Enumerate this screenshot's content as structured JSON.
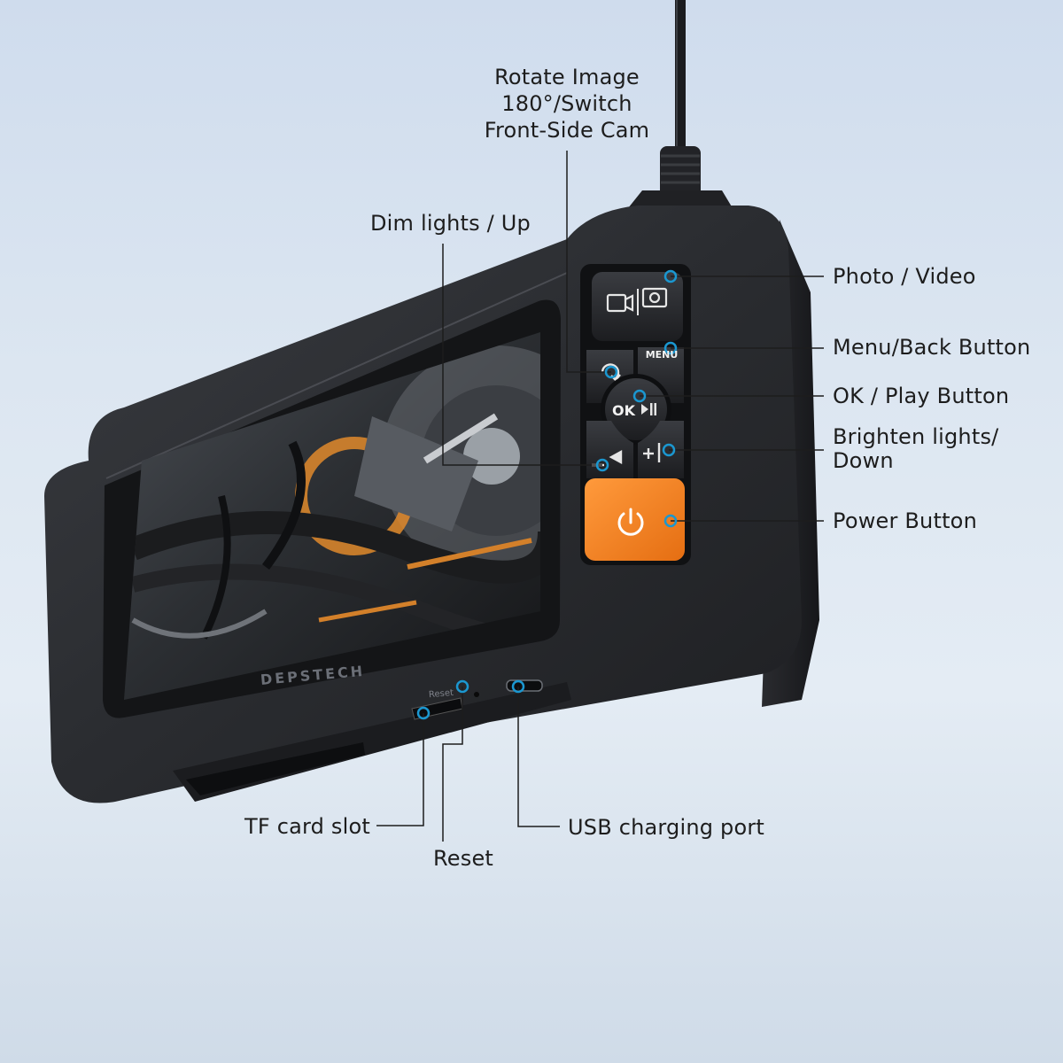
{
  "device": {
    "brand_text": "DEPSTECH",
    "reset_mark": "Reset",
    "ok_label": "OK",
    "menu_label": "MENU",
    "colors": {
      "body": "#2b2d31",
      "screen": "#0f1012",
      "power": "#f07f1f",
      "callout": "#1b97d0"
    },
    "icons": [
      "video-camera-icon",
      "photo-camera-icon",
      "rotate-icon",
      "play-pause-icon",
      "minus-icon",
      "plus-icon",
      "power-icon"
    ]
  },
  "callouts": {
    "rotate": "Rotate Image\n180°/Switch\nFront-Side Cam",
    "dim": "Dim lights / Up",
    "photo": "Photo / Video",
    "menu": "Menu/Back Button",
    "ok": "OK / Play Button",
    "brighten": "Brighten lights/\nDown",
    "power": "Power Button",
    "tf": "TF card slot",
    "reset": "Reset",
    "usb": "USB charging port"
  }
}
